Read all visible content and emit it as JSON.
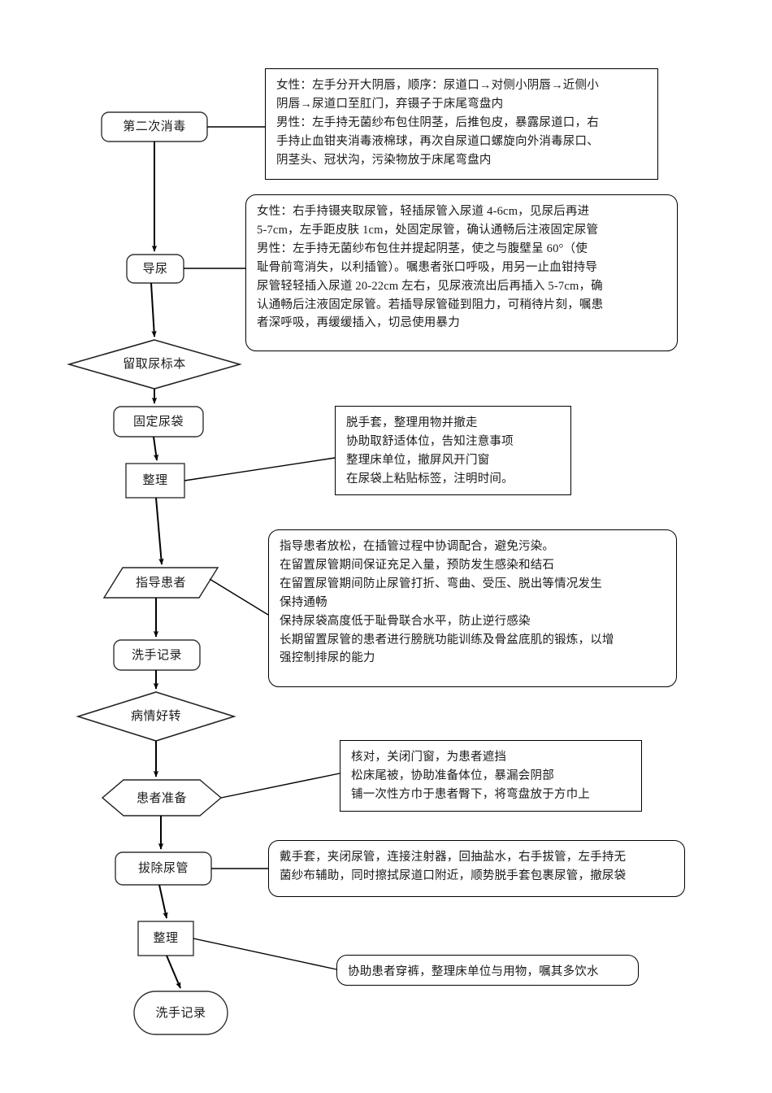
{
  "document": {
    "title": "导尿术操作流程图",
    "type": "flowchart",
    "background_color": "#ffffff",
    "line_color": "#000000",
    "text_color": "#1a1a1a"
  },
  "nodes": [
    {
      "id": "n1",
      "label": "第二次消毒",
      "shape": "rounded-rect"
    },
    {
      "id": "n2",
      "label": "导尿",
      "shape": "rounded-rect"
    },
    {
      "id": "n3",
      "label": "留取尿标本",
      "shape": "diamond"
    },
    {
      "id": "n4",
      "label": "固定尿袋",
      "shape": "rounded-rect"
    },
    {
      "id": "n5",
      "label": "整理",
      "shape": "rect"
    },
    {
      "id": "n6",
      "label": "指导患者",
      "shape": "parallelogram"
    },
    {
      "id": "n7",
      "label": "洗手记录",
      "shape": "rounded-rect"
    },
    {
      "id": "n8",
      "label": "病情好转",
      "shape": "diamond"
    },
    {
      "id": "n9",
      "label": "患者准备",
      "shape": "hexagon"
    },
    {
      "id": "n10",
      "label": "拔除尿管",
      "shape": "rounded-rect"
    },
    {
      "id": "n11",
      "label": "整理",
      "shape": "rect"
    },
    {
      "id": "n12",
      "label": "洗手记录",
      "shape": "stadium"
    }
  ],
  "notes": [
    {
      "id": "note1",
      "for": "第二次消毒",
      "shape": "rect",
      "lines": [
        "女性：左手分开大阴唇，顺序：尿道口→对侧小阴唇→近侧小",
        "阴唇→尿道口至肛门，弃镊子于床尾弯盘内",
        "男性：左手持无菌纱布包住阴茎，后推包皮，暴露尿道口，右",
        "手持止血钳夹消毒液棉球，再次自尿道口螺旋向外消毒尿口、",
        "阴茎头、冠状沟，污染物放于床尾弯盘内"
      ]
    },
    {
      "id": "note2",
      "for": "导尿",
      "shape": "rounded-rect",
      "lines": [
        "女性：右手持镊夹取尿管，轻插尿管入尿道 4-6cm，见尿后再进",
        "5-7cm，左手距皮肤 1cm，处固定尿管，确认通畅后注液固定尿管",
        "男性：左手持无菌纱布包住并提起阴茎，使之与腹壁呈 60°（使",
        "耻骨前弯消失，以利插管）。嘱患者张口呼吸，用另一止血钳持导",
        "尿管轻轻插入尿道 20-22cm 左右，见尿液流出后再插入 5-7cm，确",
        "认通畅后注液固定尿管。若插导尿管碰到阻力，可稍待片刻，嘱患",
        "者深呼吸，再缓缓插入，切忌使用暴力"
      ]
    },
    {
      "id": "note3",
      "for": "整理",
      "shape": "rect",
      "lines": [
        "脱手套，整理用物并撤走",
        "协助取舒适体位，告知注意事项",
        "整理床单位，撤屏风开门窗",
        "在尿袋上粘贴标签，注明时间。"
      ]
    },
    {
      "id": "note4",
      "for": "指导患者",
      "shape": "rounded-rect",
      "lines": [
        "指导患者放松，在插管过程中协调配合，避免污染。",
        "在留置尿管期间保证充足入量，预防发生感染和结石",
        "在留置尿管期间防止尿管打折、弯曲、受压、脱出等情况发生",
        "保持通畅",
        "保持尿袋高度低于耻骨联合水平，防止逆行感染",
        "长期留置尿管的患者进行膀胱功能训练及骨盆底肌的锻炼，以增",
        "强控制排尿的能力"
      ]
    },
    {
      "id": "note5",
      "for": "患者准备",
      "shape": "rect",
      "lines": [
        "核对，关闭门窗，为患者遮挡",
        "松床尾被，协助准备体位，暴漏会阴部",
        "铺一次性方巾于患者臀下，将弯盘放于方巾上"
      ]
    },
    {
      "id": "note6",
      "for": "拔除尿管",
      "shape": "rounded-rect",
      "lines": [
        "戴手套，夹闭尿管，连接注射器，回抽盐水，右手拔管，左手持无",
        "菌纱布辅助，同时擦拭尿道口附近，顺势脱手套包裹尿管，撤尿袋"
      ]
    },
    {
      "id": "note7",
      "for": "整理",
      "shape": "rounded-rect",
      "lines": [
        "协助患者穿裤，整理床单位与用物，嘱其多饮水"
      ]
    }
  ],
  "connectors": [
    {
      "from": "第二次消毒",
      "to": "导尿",
      "arrow": true
    },
    {
      "from": "导尿",
      "to": "留取尿标本",
      "arrow": true
    },
    {
      "from": "留取尿标本",
      "to": "固定尿袋",
      "arrow": true
    },
    {
      "from": "固定尿袋",
      "to": "整理",
      "arrow": true
    },
    {
      "from": "整理",
      "to": "指导患者",
      "arrow": true
    },
    {
      "from": "指导患者",
      "to": "洗手记录",
      "arrow": true
    },
    {
      "from": "洗手记录",
      "to": "病情好转",
      "arrow": true
    },
    {
      "from": "病情好转",
      "to": "患者准备",
      "arrow": true
    },
    {
      "from": "患者准备",
      "to": "拔除尿管",
      "arrow": true
    },
    {
      "from": "拔除尿管",
      "to": "整理",
      "arrow": true
    },
    {
      "from": "整理",
      "to": "洗手记录",
      "arrow": true
    },
    {
      "from": "第二次消毒",
      "to": "note1",
      "arrow": false
    },
    {
      "from": "导尿",
      "to": "note2",
      "arrow": false
    },
    {
      "from": "整理",
      "to": "note3",
      "arrow": false
    },
    {
      "from": "指导患者",
      "to": "note4",
      "arrow": false
    },
    {
      "from": "患者准备",
      "to": "note5",
      "arrow": false
    },
    {
      "from": "拔除尿管",
      "to": "note6",
      "arrow": false
    },
    {
      "from": "整理",
      "to": "note7",
      "arrow": false
    }
  ]
}
